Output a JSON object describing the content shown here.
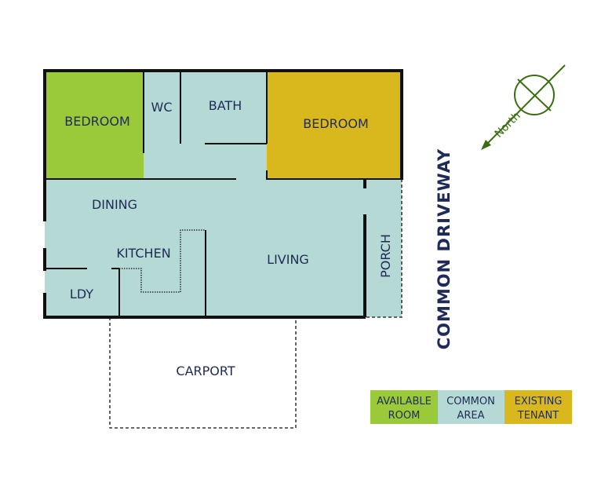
{
  "colors": {
    "available": "#9ac93a",
    "common": "#b5dad5",
    "tenant": "#d9b81d",
    "text": "#1f2a56",
    "compass": "#3a6e10"
  },
  "rooms": {
    "bedroom_left": "BEDROOM",
    "wc": "WC",
    "bath": "BATH",
    "bedroom_right": "BEDROOM",
    "dining": "DINING",
    "kitchen": "KITCHEN",
    "living": "LIVING",
    "porch": "PORCH",
    "laundry": "LDY",
    "carport": "CARPORT"
  },
  "driveway": "COMMON DRIVEWAY",
  "compass": {
    "label": "North"
  },
  "legend": [
    {
      "line1": "AVAILABLE",
      "line2": "ROOM"
    },
    {
      "line1": "COMMON",
      "line2": "AREA"
    },
    {
      "line1": "EXISTING",
      "line2": "TENANT"
    }
  ]
}
